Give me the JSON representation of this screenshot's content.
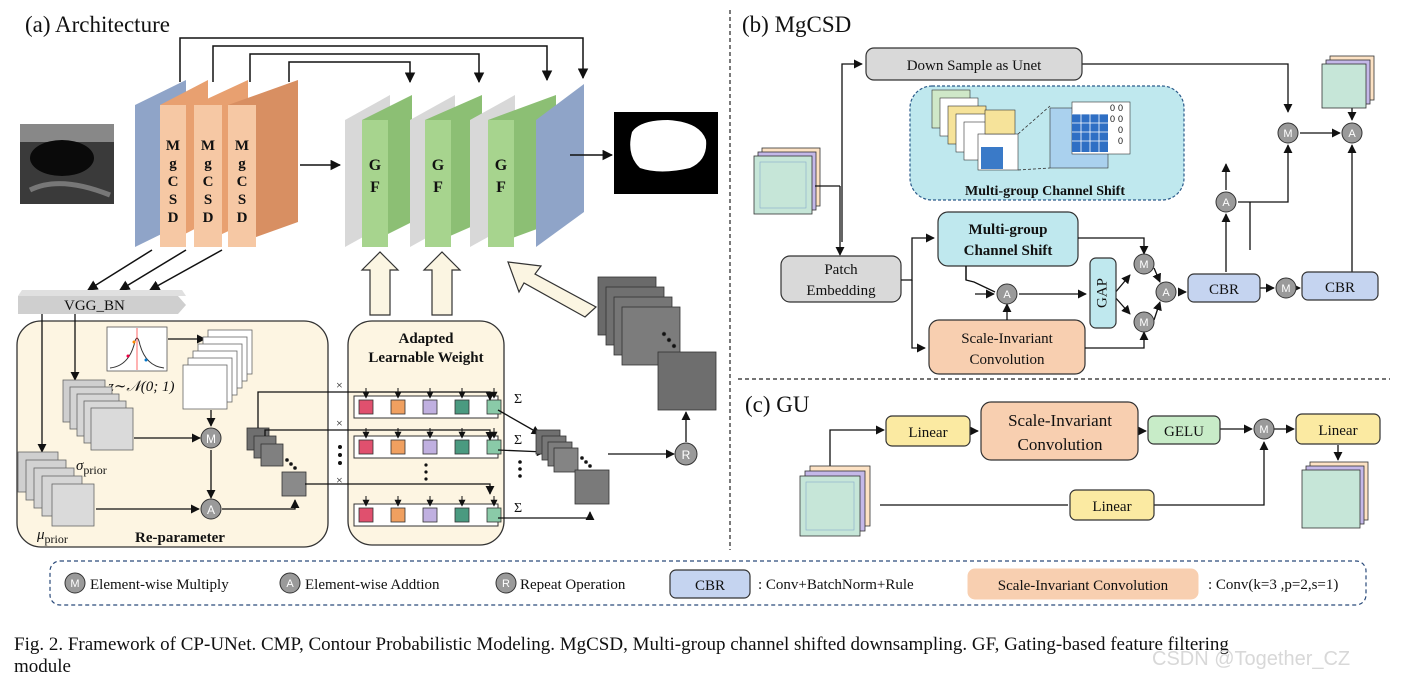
{
  "titles": {
    "architecture": "(a) Architecture",
    "mgcsd": "(b) MgCSD",
    "gu": "(c) GU"
  },
  "architecture": {
    "mgcsd_block_label": [
      "M",
      "g",
      "C",
      "S",
      "D"
    ],
    "gf_block_label": [
      "G",
      "F"
    ],
    "vgg_label": "VGG_BN",
    "reparam_label": "Re-parameter",
    "sigma_label": "σ",
    "sigma_sub": "prior",
    "mu_label": "μ",
    "mu_sub": "prior",
    "z_label": "z∼𝒩(0; 1)",
    "adapted_title_line1": "Adapted",
    "adapted_title_line2": "Learnable Weight",
    "times_symbol": "×",
    "sum_symbol": "Σ",
    "op_m": "M",
    "op_a": "A",
    "op_r": "R",
    "weight_colors": [
      "#e0506e",
      "#f0a060",
      "#c0b0e0",
      "#4a9a80",
      "#8acaa8"
    ]
  },
  "mgcsd_panel": {
    "downsample": "Down Sample as Unet",
    "mcs_box_title": "Multi-group Channel Shift",
    "mcs_line1": "Multi-group",
    "mcs_line2": "Channel Shift",
    "patch_line1": "Patch",
    "patch_line2": "Embedding",
    "sic_line1": "Scale-Invariant",
    "sic_line2": "Convolution",
    "gap": "GAP",
    "cbr": "CBR",
    "grid_values": [
      "0",
      "0",
      "0",
      "0",
      "0"
    ]
  },
  "gu_panel": {
    "linear": "Linear",
    "sic_line1": "Scale-Invariant",
    "sic_line2": "Convolution",
    "gelu": "GELU"
  },
  "legend": {
    "multiply": "Element-wise Multiply",
    "addition": "Element-wise Addtion",
    "repeat": "Repeat Operation",
    "cbr": "CBR",
    "cbr_desc": ": Conv+BatchNorm+Rule",
    "sic": "Scale-Invariant Convolution",
    "sic_desc": ": Conv(k=3 ,p=2,s=1)"
  },
  "caption": {
    "line1": "Fig. 2.  Framework of CP-UNet. CMP, Contour Probabilistic Modeling. MgCSD, Multi-group channel shifted downsampling. GF, Gating-based feature filtering",
    "line2": "module"
  },
  "watermark": "CSDN @Together_CZ"
}
